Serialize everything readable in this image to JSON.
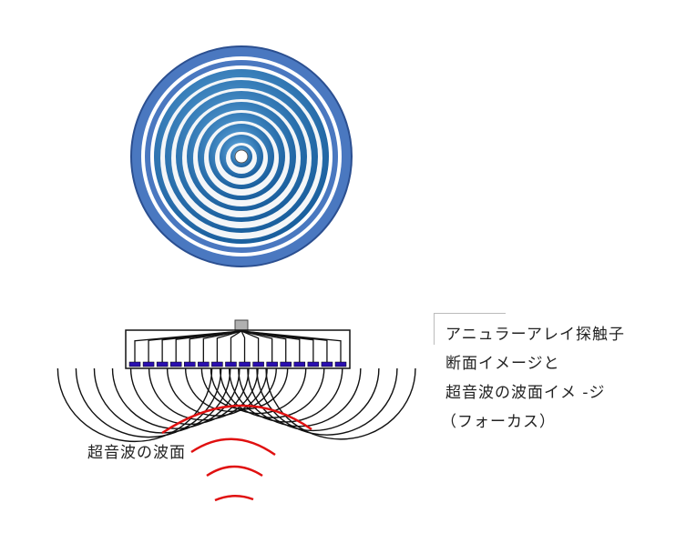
{
  "caption": {
    "line1": "アニュラーアレイ探触子",
    "line2": "断面イメージと",
    "line3": "超音波の波面イメ -ジ",
    "line4": "（フォーカス）"
  },
  "wavefront_label": "超音波の波面",
  "colors": {
    "ring_blue": "#1f6fb5",
    "outer_blue": "#4a78c0",
    "wavefront": "#e01010",
    "element": "#2a0fb0"
  }
}
